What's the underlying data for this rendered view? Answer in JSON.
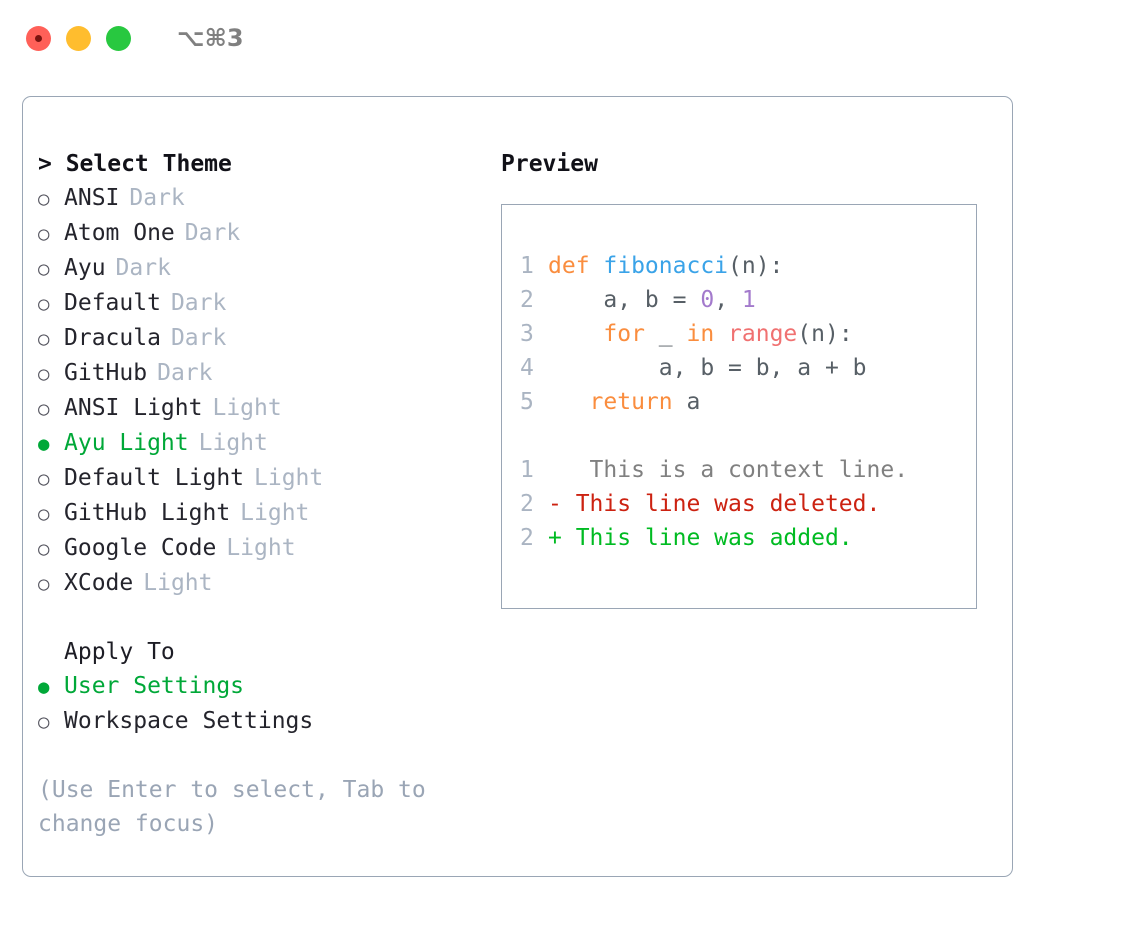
{
  "titlebar": {
    "lights": [
      "close-red",
      "minimize-yellow",
      "maximize-green"
    ],
    "shortcut": "⌥⌘3"
  },
  "left": {
    "section_title": "> Select Theme",
    "marker_unselected": "○",
    "marker_selected": "●",
    "themes": [
      {
        "name": "ANSI",
        "variant": "Dark",
        "selected": false
      },
      {
        "name": "Atom One",
        "variant": "Dark",
        "selected": false
      },
      {
        "name": "Ayu",
        "variant": "Dark",
        "selected": false
      },
      {
        "name": "Default",
        "variant": "Dark",
        "selected": false
      },
      {
        "name": "Dracula",
        "variant": "Dark",
        "selected": false
      },
      {
        "name": "GitHub",
        "variant": "Dark",
        "selected": false
      },
      {
        "name": "ANSI Light",
        "variant": "Light",
        "selected": false
      },
      {
        "name": "Ayu Light",
        "variant": "Light",
        "selected": true
      },
      {
        "name": "Default Light",
        "variant": "Light",
        "selected": false
      },
      {
        "name": "GitHub Light",
        "variant": "Light",
        "selected": false
      },
      {
        "name": "Google Code",
        "variant": "Light",
        "selected": false
      },
      {
        "name": "XCode",
        "variant": "Light",
        "selected": false
      }
    ],
    "apply_to_title": "Apply To",
    "apply_to": [
      {
        "name": "User Settings",
        "selected": true
      },
      {
        "name": "Workspace Settings",
        "selected": false
      }
    ],
    "hint": "(Use Enter to select, Tab to change focus)"
  },
  "right": {
    "preview_title": "Preview",
    "code": [
      {
        "lineno": "1",
        "tokens": [
          {
            "text": "def ",
            "kind": "keyword"
          },
          {
            "text": "fibonacci",
            "kind": "function"
          },
          {
            "text": "(n):",
            "kind": "plain"
          }
        ]
      },
      {
        "lineno": "2",
        "tokens": [
          {
            "text": "    a, b = ",
            "kind": "plain"
          },
          {
            "text": "0",
            "kind": "number"
          },
          {
            "text": ", ",
            "kind": "plain"
          },
          {
            "text": "1",
            "kind": "number"
          }
        ]
      },
      {
        "lineno": "3",
        "tokens": [
          {
            "text": "    ",
            "kind": "plain"
          },
          {
            "text": "for",
            "kind": "keyword"
          },
          {
            "text": " _ ",
            "kind": "plain"
          },
          {
            "text": "in",
            "kind": "keyword"
          },
          {
            "text": " ",
            "kind": "plain"
          },
          {
            "text": "range",
            "kind": "call"
          },
          {
            "text": "(n):",
            "kind": "plain"
          }
        ]
      },
      {
        "lineno": "4",
        "tokens": [
          {
            "text": "        a, b = b, a + b",
            "kind": "plain"
          }
        ]
      },
      {
        "lineno": "5",
        "tokens": [
          {
            "text": "   ",
            "kind": "plain"
          },
          {
            "text": "return",
            "kind": "keyword"
          },
          {
            "text": " a",
            "kind": "plain"
          }
        ]
      }
    ],
    "diff": [
      {
        "lineno": "1",
        "marker": " ",
        "text": "  This is a context line.",
        "kind": "context"
      },
      {
        "lineno": "2",
        "marker": "-",
        "text": " This line was deleted.",
        "kind": "deleted"
      },
      {
        "lineno": "2",
        "marker": "+",
        "text": " This line was added.",
        "kind": "added"
      }
    ]
  },
  "colors": {
    "accent_green": "#00a838",
    "diff_add": "#00bb22",
    "diff_del": "#cc2211",
    "muted": "#abb5c3",
    "keyword": "#fa8d3e",
    "function": "#3aa3e8",
    "number": "#a37acc",
    "call": "#f07171",
    "border": "#9aa6b5"
  }
}
